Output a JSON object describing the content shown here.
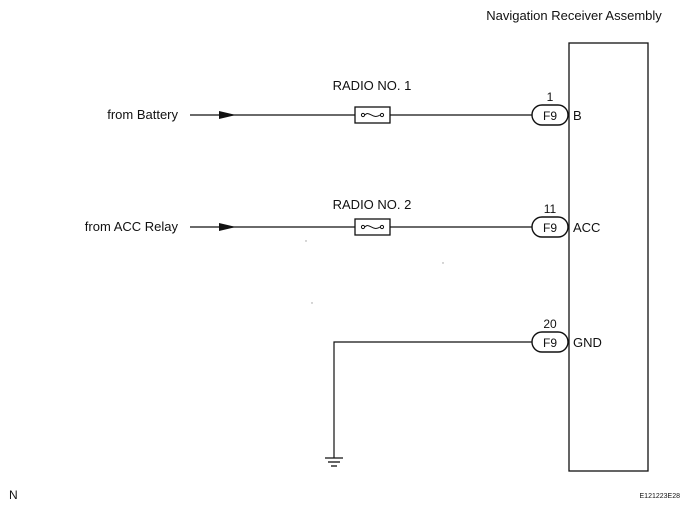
{
  "title": "Navigation Receiver Assembly",
  "inputs": [
    {
      "source": "from Battery",
      "fuse": "RADIO NO. 1",
      "pin": "1",
      "connector": "F9",
      "terminal": "B"
    },
    {
      "source": "from ACC Relay",
      "fuse": "RADIO NO. 2",
      "pin": "11",
      "connector": "F9",
      "terminal": "ACC"
    }
  ],
  "ground": {
    "pin": "20",
    "connector": "F9",
    "terminal": "GND"
  },
  "footer": {
    "left": "N",
    "right": "E121223E28"
  }
}
